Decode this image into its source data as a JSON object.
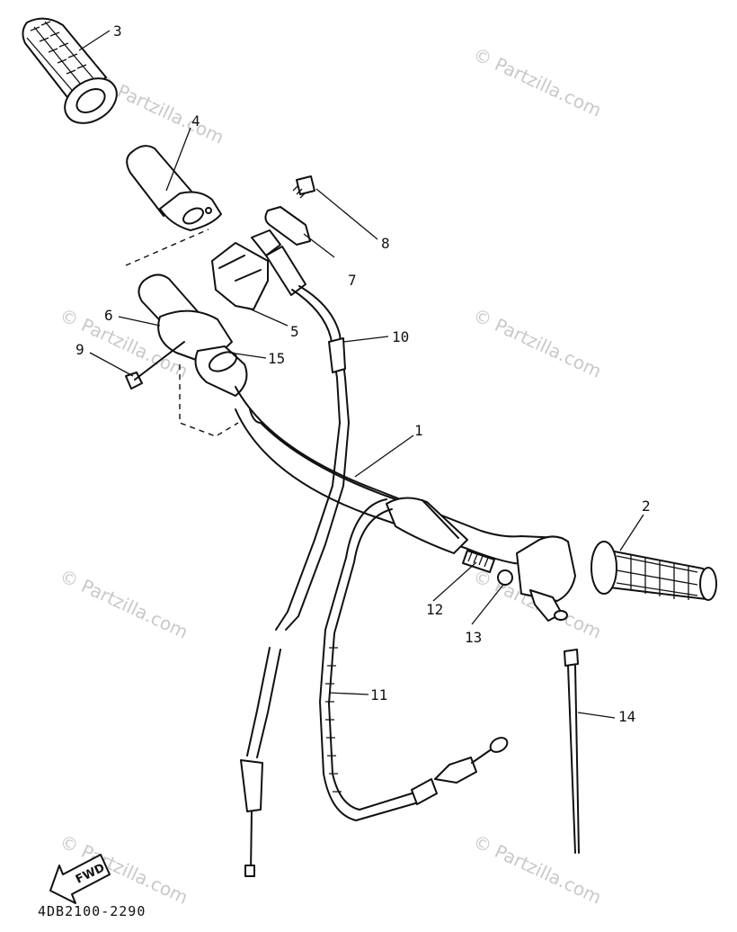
{
  "diagram": {
    "part_code": "4DB2100-2290",
    "fwd_label": "FWD",
    "watermark_text": "© Partzilla.com",
    "callouts": [
      {
        "num": "1"
      },
      {
        "num": "2"
      },
      {
        "num": "3"
      },
      {
        "num": "4"
      },
      {
        "num": "5"
      },
      {
        "num": "6"
      },
      {
        "num": "7"
      },
      {
        "num": "8"
      },
      {
        "num": "9"
      },
      {
        "num": "10"
      },
      {
        "num": "11"
      },
      {
        "num": "12"
      },
      {
        "num": "13"
      },
      {
        "num": "14"
      },
      {
        "num": "15"
      }
    ]
  }
}
